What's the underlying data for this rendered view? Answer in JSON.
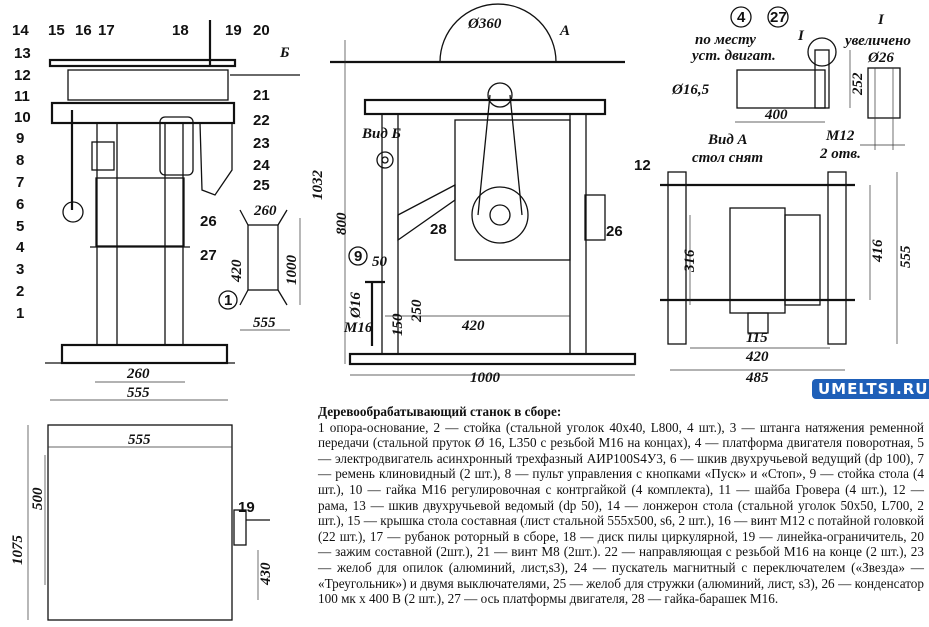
{
  "caption": {
    "title": "Деревообрабатывающий станок в сборе:",
    "text": "1 опора-основание, 2 — стойка (стальной уголок 40х40, L800, 4 шт.), 3 — штанга натяжения ременной передачи (стальной пруток Ø 16, L350 с резьбой М16 на концах), 4 — платформа двигателя поворотная, 5 — электродвигатель асинхронный трехфазный АИР100S4У3, 6 — шкив двухручьевой ведущий (dр 100), 7 — ремень клиновидный (2 шт.), 8 — пульт управления с кнопками «Пуск» и «Стоп», 9 — стойка стола (4 шт.), 10 — гайка М16 регулировочная с контргайкой (4 комплекта), 11 — шайба Гровера (4 шт.), 12 — рама, 13 — шкив двухручьевой ведомый (dр 50), 14 — лонжерон стола (стальной уголок 50х50, L700, 2 шт.), 15 — крышка стола составная (лист стальной 555х500, s6, 2 шт.), 16 — винт М12 с потайной головкой (22 шт.), 17 — рубанок роторный в сборе, 18 — диск пилы циркулярной, 19 — линейка-ограничитель, 20 — зажим составной (2шт.), 21 — винт М8 (2шт.). 22 — направляющая с резьбой М16 на конце (2 шт.), 23 — желоб для опилок (алюминий, лист,s3), 24 — пускатель магнитный с переключателем («Звезда» — «Треугольник») и двумя выключателями, 25 — желоб для стружки (алюминий, лист, s3), 26 — конденсатор 100 мк х 400 В (2 шт.), 27 — ось платформы двигателя, 28 — гайка-барашек М16."
  },
  "watermark": "UMELTSI.RU",
  "front_view": {
    "part_labels": [
      "14",
      "15",
      "16",
      "17",
      "18",
      "19",
      "20",
      "Б",
      "21",
      "22",
      "13",
      "12",
      "11",
      "10",
      "9",
      "8",
      "7",
      "6",
      "5",
      "4",
      "3",
      "2",
      "1",
      "23",
      "24",
      "25",
      "26",
      "27"
    ],
    "dims": [
      "260",
      "555",
      "1032"
    ]
  },
  "base_plan": {
    "marker": "1",
    "dims": [
      "260",
      "420",
      "1000",
      "555"
    ]
  },
  "side_view": {
    "labels": [
      "Ø360",
      "А",
      "Вид Б",
      "28",
      "26",
      "9"
    ],
    "dims": [
      "800",
      "50",
      "Ø16",
      "М16",
      "150",
      "250",
      "420",
      "1000"
    ]
  },
  "platform_detail": {
    "markers": [
      "4",
      "27"
    ],
    "note_line1": "по месту",
    "note_line2": "уст. двигат.",
    "callout": "I",
    "dims": [
      "Ø16,5",
      "400",
      "252"
    ]
  },
  "enlarged_detail": {
    "title": "I",
    "subtitle": "увеличено",
    "dims": [
      "Ø26",
      "М12",
      "2 отв."
    ]
  },
  "view_a": {
    "title": "Вид А",
    "subtitle": "стол снят",
    "label": "12",
    "dims": [
      "316",
      "416",
      "555",
      "115",
      "420",
      "485"
    ]
  },
  "table_top": {
    "label": "19",
    "dims": [
      "555",
      "500",
      "1075",
      "430"
    ]
  }
}
